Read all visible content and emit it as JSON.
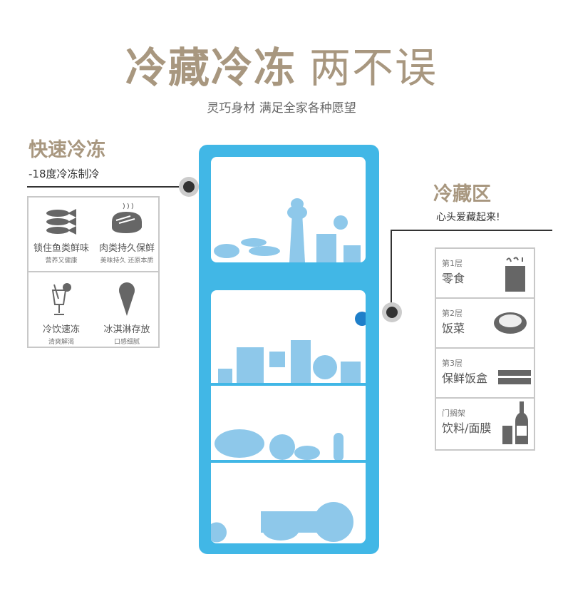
{
  "title": {
    "main": "冷藏冷冻",
    "accent": "两不误"
  },
  "subtitle": "灵巧身材  满足全家各种愿望",
  "freezer": {
    "heading": "快速冷冻",
    "sub": "-18度冷冻制冷",
    "features": [
      {
        "title": "锁住鱼类鲜味",
        "sub": "营养又健康",
        "icon": "fish-icon"
      },
      {
        "title": "肉类持久保鲜",
        "sub": "美味持久 还原本质",
        "icon": "steak-icon"
      },
      {
        "title": "冷饮速冻",
        "sub": "清爽解渴",
        "icon": "cocktail-icon"
      },
      {
        "title": "冰淇淋存放",
        "sub": "口感细腻",
        "icon": "ice-cream-icon"
      }
    ]
  },
  "fridge_section": {
    "heading": "冷藏区",
    "sub": "心头爱藏起来!",
    "shelves": [
      {
        "level": "第1层",
        "title": "零食",
        "icon": "snack-bag-icon"
      },
      {
        "level": "第2层",
        "title": "饭菜",
        "icon": "dish-icon"
      },
      {
        "level": "第3层",
        "title": "保鲜饭盒",
        "icon": "food-box-icon"
      },
      {
        "level": "门搁架",
        "title": "饮料/面膜",
        "icon": "bottle-icon"
      }
    ]
  },
  "colors": {
    "accent": "#a8977f",
    "fridge": "#41b7e6",
    "food": "#8ec8ea"
  }
}
